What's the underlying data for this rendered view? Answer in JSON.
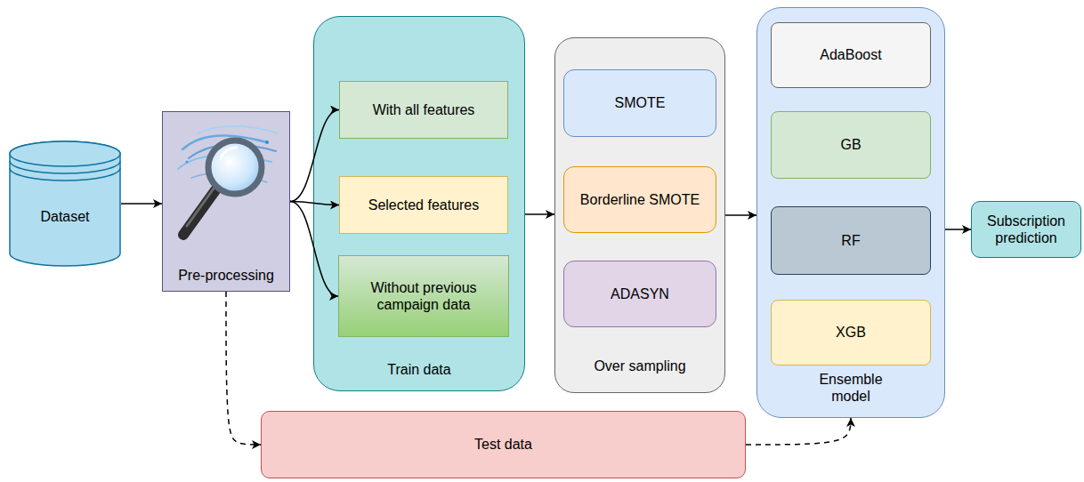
{
  "diagram": {
    "nodes": [
      {
        "text": [
          "Dataset"
        ]
      },
      {
        "text": [
          "Pre-processing"
        ]
      },
      {
        "text": [
          "Train data"
        ]
      },
      {
        "text": [
          "With all features"
        ],
        "in": 2
      },
      {
        "text": [
          "Selected features"
        ],
        "in": 2
      },
      {
        "text": [
          "Without previous campaign data"
        ],
        "in": 2
      },
      {
        "text": [
          "Over sampling"
        ]
      },
      {
        "text": [
          "SMOTE"
        ],
        "in": 6
      },
      {
        "text": [
          "Borderline SMOTE"
        ],
        "in": 6
      },
      {
        "text": [
          "ADASYN"
        ],
        "in": 6
      },
      {
        "text": [
          "Ensemble model"
        ]
      },
      {
        "text": [
          "AdaBoost"
        ],
        "in": 10
      },
      {
        "text": [
          "GB"
        ],
        "in": 10
      },
      {
        "text": [
          "RF"
        ],
        "in": 10
      },
      {
        "text": [
          "XGB"
        ],
        "in": 10
      },
      {
        "text": [
          "Subscription prediction"
        ]
      },
      {
        "text": [
          "Test data"
        ]
      }
    ],
    "edges": [
      {
        "from": 0,
        "to": 1,
        "arrow": "to"
      },
      {
        "from": 1,
        "to": 3,
        "arrow": "to"
      },
      {
        "from": 1,
        "to": 4,
        "arrow": "to"
      },
      {
        "from": 1,
        "to": 5,
        "arrow": "to"
      },
      {
        "from": 2,
        "to": 6,
        "arrow": "to"
      },
      {
        "from": 6,
        "to": 10,
        "arrow": "to"
      },
      {
        "from": 10,
        "to": 15,
        "arrow": "to"
      },
      {
        "from": 1,
        "to": 16,
        "arrow": "to"
      },
      {
        "from": 16,
        "to": 10,
        "arrow": "to"
      }
    ]
  }
}
